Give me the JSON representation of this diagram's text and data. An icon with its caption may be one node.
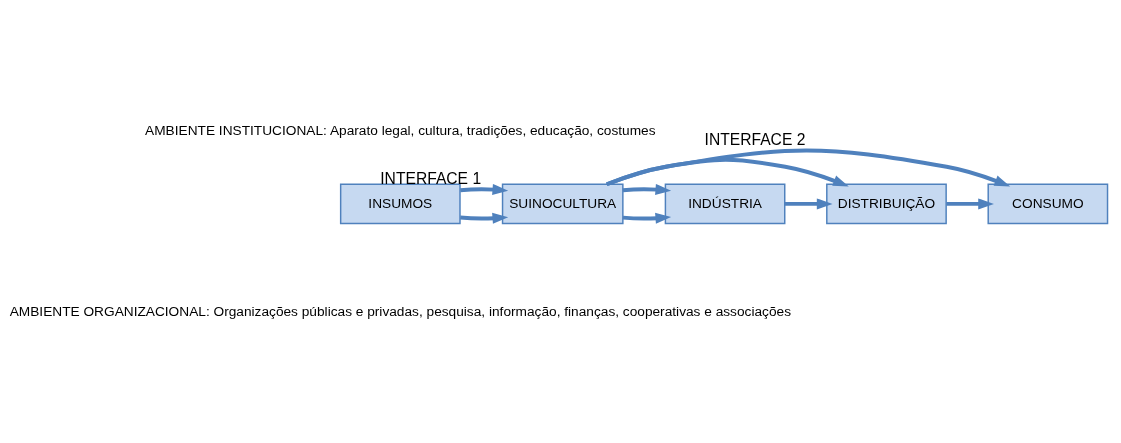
{
  "diagram": {
    "nodes": [
      {
        "text": [
          "INSUMOS"
        ]
      },
      {
        "text": [
          "SUINOCULTURA"
        ]
      },
      {
        "text": [
          "INDÚSTRIA"
        ]
      },
      {
        "text": [
          "DISTRIBUIÇÃO"
        ]
      },
      {
        "text": [
          "CONSUMO"
        ]
      }
    ],
    "edges": [
      {
        "from": 0,
        "to": 1,
        "arrow": "to"
      },
      {
        "from": 1,
        "to": 2,
        "arrow": "to"
      },
      {
        "from": 2,
        "to": 3,
        "arrow": "to"
      },
      {
        "from": 3,
        "to": 4,
        "arrow": "to"
      },
      {
        "from": 0,
        "to": 1,
        "arrow": "to",
        "label": "INTERFACE 1"
      },
      {
        "from": 1,
        "to": 2,
        "arrow": "to"
      },
      {
        "from": 1,
        "to": 3,
        "arrow": "to"
      },
      {
        "from": 1,
        "to": 4,
        "arrow": "to",
        "label": "INTERFACE 2"
      }
    ],
    "labels": [
      "AMBIENTE INSTITUCIONAL: Aparato legal, cultura, tradições, educação, costumes",
      "AMBIENTE ORGANIZACIONAL: Organizações públicas e privadas, pesquisa, informação, finanças, cooperativas e associações"
    ]
  }
}
